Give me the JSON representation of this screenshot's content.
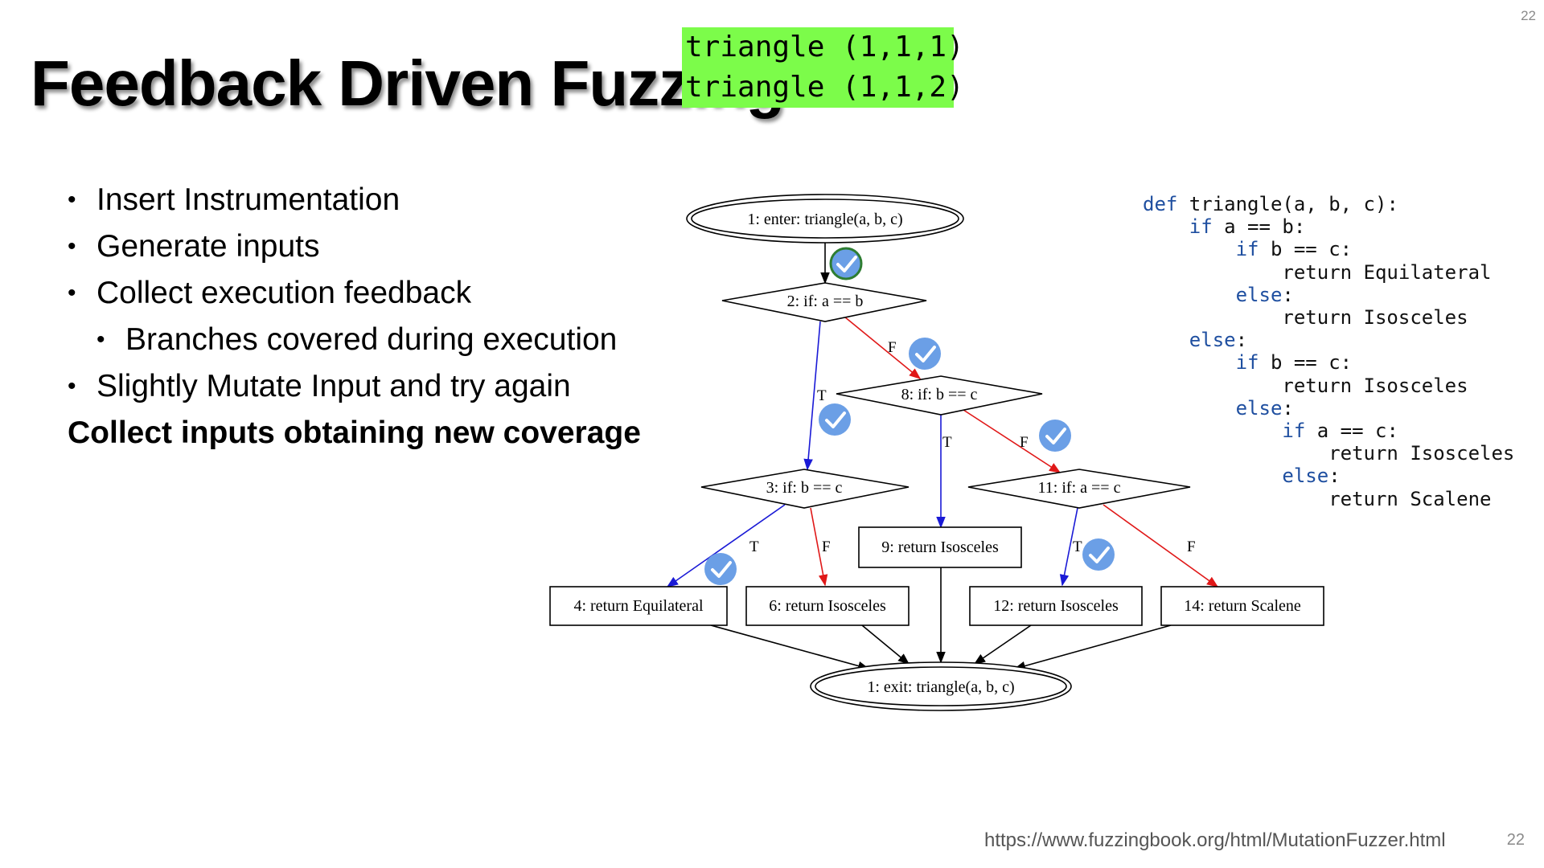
{
  "slide": {
    "title": "Feedback Driven Fuzzing",
    "title_descender": "g",
    "page_number_top": "22",
    "page_number_bottom": "22",
    "tags": [
      "triangle (1,1,1)",
      "triangle (1,1,2)"
    ],
    "bullets": [
      "Insert Instrumentation",
      "Generate inputs",
      "Collect execution feedback",
      "Branches covered during execution",
      "Slightly Mutate Input and try again"
    ],
    "bold_line": "Collect inputs obtaining new coverage",
    "url": "https://www.fuzzingbook.org/html/MutationFuzzer.html"
  },
  "code": {
    "lines": [
      [
        "def",
        " triangle(a, b, c):"
      ],
      [
        "    ",
        "if",
        " a == b:"
      ],
      [
        "        ",
        "if",
        " b == c:"
      ],
      [
        "            return Equilateral"
      ],
      [
        "        ",
        "else",
        ":"
      ],
      [
        "            return Isosceles"
      ],
      [
        "    ",
        "else",
        ":"
      ],
      [
        "        ",
        "if",
        " b == c:"
      ],
      [
        "            return Isosceles"
      ],
      [
        "        ",
        "else",
        ":"
      ],
      [
        "            ",
        "if",
        " a == c:"
      ],
      [
        "                return Isosceles"
      ],
      [
        "            ",
        "else",
        ":"
      ],
      [
        "                return Scalene"
      ]
    ]
  },
  "diagram": {
    "colors": {
      "true_edge": "#1a1ad6",
      "false_edge": "#e01818",
      "plain_edge": "#000000",
      "check_badge": "#6b9fe6"
    },
    "nodes": {
      "entry": "1: enter: triangle(a, b, c)",
      "if_ab": "2: if: a == b",
      "if_bc_8": "8: if: b == c",
      "if_bc_3": "3: if: b == c",
      "if_ac": "11: if: a == c",
      "ret9": "9: return Isosceles",
      "ret4": "4: return Equilateral",
      "ret6": "6: return Isosceles",
      "ret12": "12: return Isosceles",
      "ret14": "14: return Scalene",
      "exit": "1: exit: triangle(a, b, c)"
    },
    "edges": [
      {
        "from": "entry",
        "to": "if_ab",
        "label": "",
        "kind": "plain",
        "covered": true
      },
      {
        "from": "if_ab",
        "to": "if_bc_8",
        "label": "F",
        "kind": "false",
        "covered": true
      },
      {
        "from": "if_ab",
        "to": "if_bc_3",
        "label": "T",
        "kind": "true",
        "covered": true
      },
      {
        "from": "if_bc_8",
        "to": "ret9",
        "label": "T",
        "kind": "true",
        "covered": false
      },
      {
        "from": "if_bc_8",
        "to": "if_ac",
        "label": "F",
        "kind": "false",
        "covered": true
      },
      {
        "from": "if_bc_3",
        "to": "ret4",
        "label": "T",
        "kind": "true",
        "covered": true
      },
      {
        "from": "if_bc_3",
        "to": "ret6",
        "label": "F",
        "kind": "false",
        "covered": false
      },
      {
        "from": "if_ac",
        "to": "ret12",
        "label": "T",
        "kind": "true",
        "covered": true
      },
      {
        "from": "if_ac",
        "to": "ret14",
        "label": "F",
        "kind": "false",
        "covered": false
      },
      {
        "from": "ret4",
        "to": "exit",
        "label": "",
        "kind": "plain",
        "covered": false
      },
      {
        "from": "ret6",
        "to": "exit",
        "label": "",
        "kind": "plain",
        "covered": false
      },
      {
        "from": "ret9",
        "to": "exit",
        "label": "",
        "kind": "plain",
        "covered": false
      },
      {
        "from": "ret12",
        "to": "exit",
        "label": "",
        "kind": "plain",
        "covered": false
      },
      {
        "from": "ret14",
        "to": "exit",
        "label": "",
        "kind": "plain",
        "covered": false
      }
    ]
  }
}
